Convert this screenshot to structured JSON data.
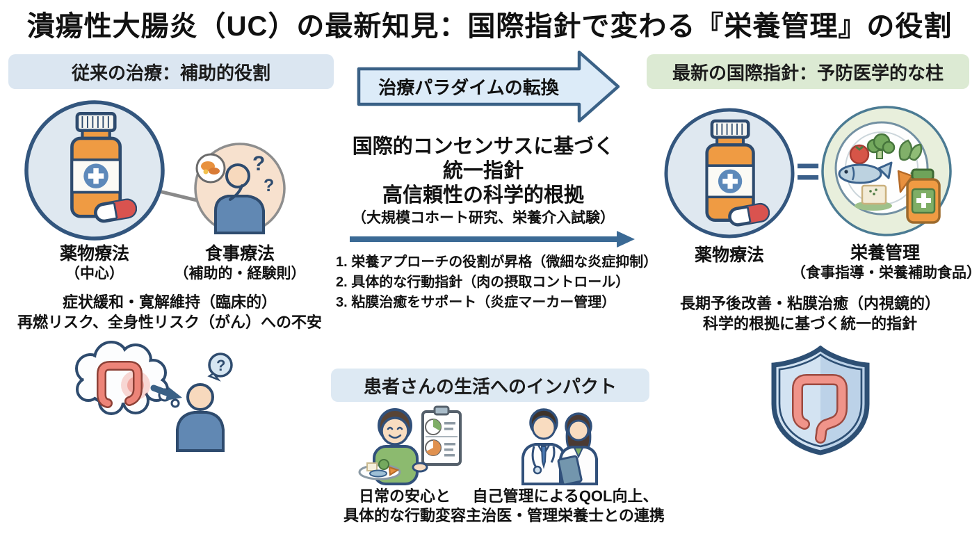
{
  "title": "潰瘍性大腸炎（UC）の最新知見：国際指針で変わる『栄養管理』の役割",
  "glyphs": {
    "question_mark": "?",
    "equals": "="
  },
  "left_panel": {
    "header": "従来の治療：補助的役割",
    "drug_label": "薬物療法",
    "drug_sublabel": "（中心）",
    "diet_label": "食事療法",
    "diet_sublabel": "（補助的・経験則）",
    "outcome_line1": "症状緩和・寛解維持（臨床的）",
    "outcome_line2": "再燃リスク、全身性リスク（がん）への不安"
  },
  "center_panel": {
    "arrow_label": "治療パラダイムの転換",
    "consensus_lines": [
      "国際的コンセンサスに基づく",
      "統一指針",
      "高信頼性の科学的根拠"
    ],
    "consensus_note": "（大規模コホート研究、栄養介入試験）",
    "points": [
      "1. 栄養アプローチの役割が昇格（微細な炎症抑制）",
      "2. 具体的な行動指針（肉の摂取コントロール）",
      "3. 粘膜治癒をサポート（炎症マーカー管理）"
    ]
  },
  "right_panel": {
    "header": "最新の国際指針：予防医学的な柱",
    "drug_label": "薬物療法",
    "nutrition_label": "栄養管理",
    "nutrition_sublabel": "（食事指導・栄養補助食品）",
    "outcome_line1": "長期予後改善・粘膜治癒（内視鏡的）",
    "outcome_line2": "科学的根拠に基づく統一的指針"
  },
  "impact_panel": {
    "header": "患者さんの生活へのインパクト",
    "caption1_line1": "日常の安心と",
    "caption1_line2": "具体的な行動変容",
    "caption2_line1": "自己管理によるQOL向上、",
    "caption2_line2": "主治医・管理栄養士との連携"
  },
  "icons": {
    "left_primary": "medicine-bottle-icon",
    "left_secondary": "thinking-person-icon",
    "right_primary": "medicine-bottle-icon",
    "right_secondary": "healthy-food-plate-icon",
    "right_supplement": "supplement-bottle-icon",
    "bottom_left": "inflamed-colon-thought-icon",
    "impact_first": "patient-with-meal-plan-icon",
    "impact_second": "doctor-and-dietitian-icon",
    "bottom_right": "colon-shield-icon"
  },
  "colors": {
    "header_blue_bg": "#dbe6f1",
    "header_green_bg": "#dcead3",
    "impact_header_bg": "#dde9f3",
    "arrow_fill": "#dcebf8",
    "arrow_border": "#3a6186",
    "navy_outline": "#2e4b6e",
    "circle_blue_fill": "#dfe8f0",
    "circle_green_fill": "#e8efdc",
    "bottle_orange": "#ef9b43",
    "capsule_red": "#d9534f",
    "intestine_pink": "#f0948a",
    "shield_blue": "#cfe0f1",
    "equals_blue": "#3a5f8a"
  }
}
